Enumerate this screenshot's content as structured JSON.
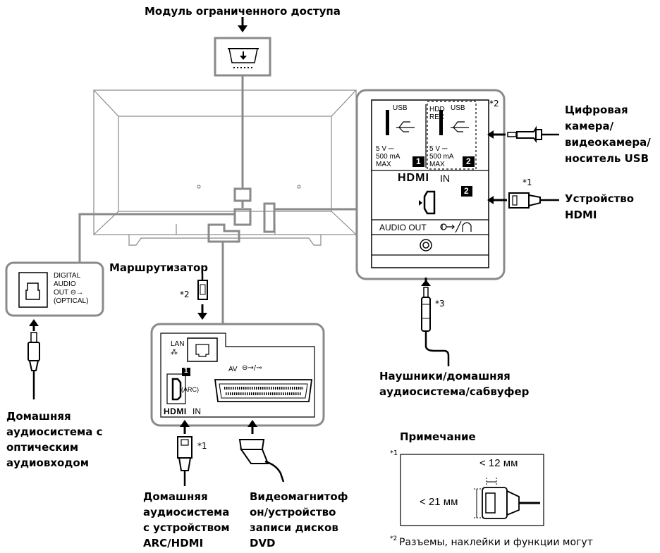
{
  "labels": {
    "cam_module": "Модуль ограниченного доступа",
    "digital_camera": "Цифровая\nкамера/\nвидеокамера/\nноситель USB",
    "hdmi_device": "Устройство\nHDMI",
    "router": "Маршрутизатор",
    "headphones": "Наушники/домашняя\nаудиосистема/сабвуфер",
    "home_audio_optical": "Домашняя\nаудиосистема с\nоптическим\nаудиовходом",
    "home_audio_arc": "Домашняя\nаудиосистема\nс устройством\nARC/HDMI",
    "vcr_dvd": "Видеомагнитоф\nон/устройство\nзаписи дисков\nDVD",
    "note_title": "Примечание"
  },
  "side_panel": {
    "usb1": "USB",
    "usb2": "USB",
    "hdd_rec": "HDD\nREC",
    "power1": "5 V ⎓\n500 mA\nMAX",
    "power2": "5 V ⎓\n500 mA\nMAX",
    "port1": "1",
    "port2": "2",
    "hdmi_logo": "HDMI",
    "hdmi_in": "IN",
    "hdmi_port": "2",
    "audio_out": "AUDIO OUT"
  },
  "optical_panel": {
    "text": "DIGITAL\nAUDIO\nOUT ⊖→\n(OPTICAL)"
  },
  "bottom_panel": {
    "lan": "LAN",
    "lan_icon": "network-icon",
    "av": "AV",
    "hdmi_port": "1",
    "arc": "(ARC)",
    "hdmi_logo": "HDMI",
    "hdmi_in": "IN"
  },
  "footnotes": {
    "fn1": "*1",
    "fn2": "*2",
    "fn3": "*3",
    "note_fn1": "*1",
    "note_fn2_mark": "*2",
    "note_fn2_text": "Разъемы, наклейки и функции могут"
  },
  "dimensions": {
    "width_label": "< 12 мм",
    "height_label": "< 21 мм"
  },
  "colors": {
    "tv_gray": "#808080",
    "ink": "#000000",
    "panel_border": "#8a8a8a"
  }
}
